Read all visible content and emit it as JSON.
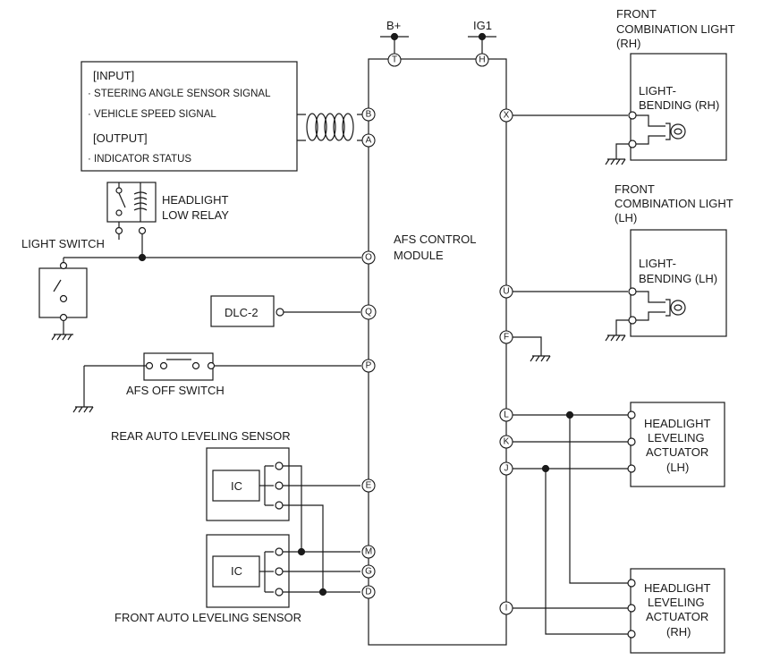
{
  "module": {
    "label_line1": "AFS CONTROL",
    "label_line2": "MODULE"
  },
  "power": {
    "bplus": "B+",
    "ig1": "IG1"
  },
  "pins": {
    "T": "T",
    "H": "H",
    "B": "B",
    "A": "A",
    "X": "X",
    "U": "U",
    "F": "F",
    "O": "O",
    "Q": "Q",
    "P": "P",
    "L": "L",
    "K": "K",
    "J": "J",
    "E": "E",
    "M": "M",
    "G": "G",
    "D": "D",
    "I": "I"
  },
  "io_box": {
    "input_title": "[INPUT]",
    "input_1": "· STEERING ANGLE SENSOR SIGNAL",
    "input_2": "· VEHICLE SPEED SIGNAL",
    "output_title": "[OUTPUT]",
    "output_1": "· INDICATOR STATUS"
  },
  "headlight_relay": {
    "line1": "HEADLIGHT",
    "line2": "LOW RELAY"
  },
  "light_switch": {
    "label": "LIGHT SWITCH"
  },
  "dlc": {
    "label": "DLC-2"
  },
  "afs_off": {
    "label": "AFS OFF SWITCH"
  },
  "rear_sensor": {
    "label": "REAR AUTO LEVELING SENSOR",
    "ic": "IC"
  },
  "front_sensor": {
    "label": "FRONT AUTO LEVELING SENSOR",
    "ic": "IC"
  },
  "front_rh": {
    "t1": "FRONT",
    "t2": "COMBINATION LIGHT",
    "t3": "(RH)",
    "b1": "LIGHT-",
    "b2": "BENDING (RH)"
  },
  "front_lh": {
    "t1": "FRONT",
    "t2": "COMBINATION LIGHT",
    "t3": "(LH)",
    "b1": "LIGHT-",
    "b2": "BENDING (LH)"
  },
  "act_lh": {
    "l1": "HEADLIGHT",
    "l2": "LEVELING",
    "l3": "ACTUATOR",
    "l4": "(LH)"
  },
  "act_rh": {
    "l1": "HEADLIGHT",
    "l2": "LEVELING",
    "l3": "ACTUATOR",
    "l4": "(RH)"
  }
}
